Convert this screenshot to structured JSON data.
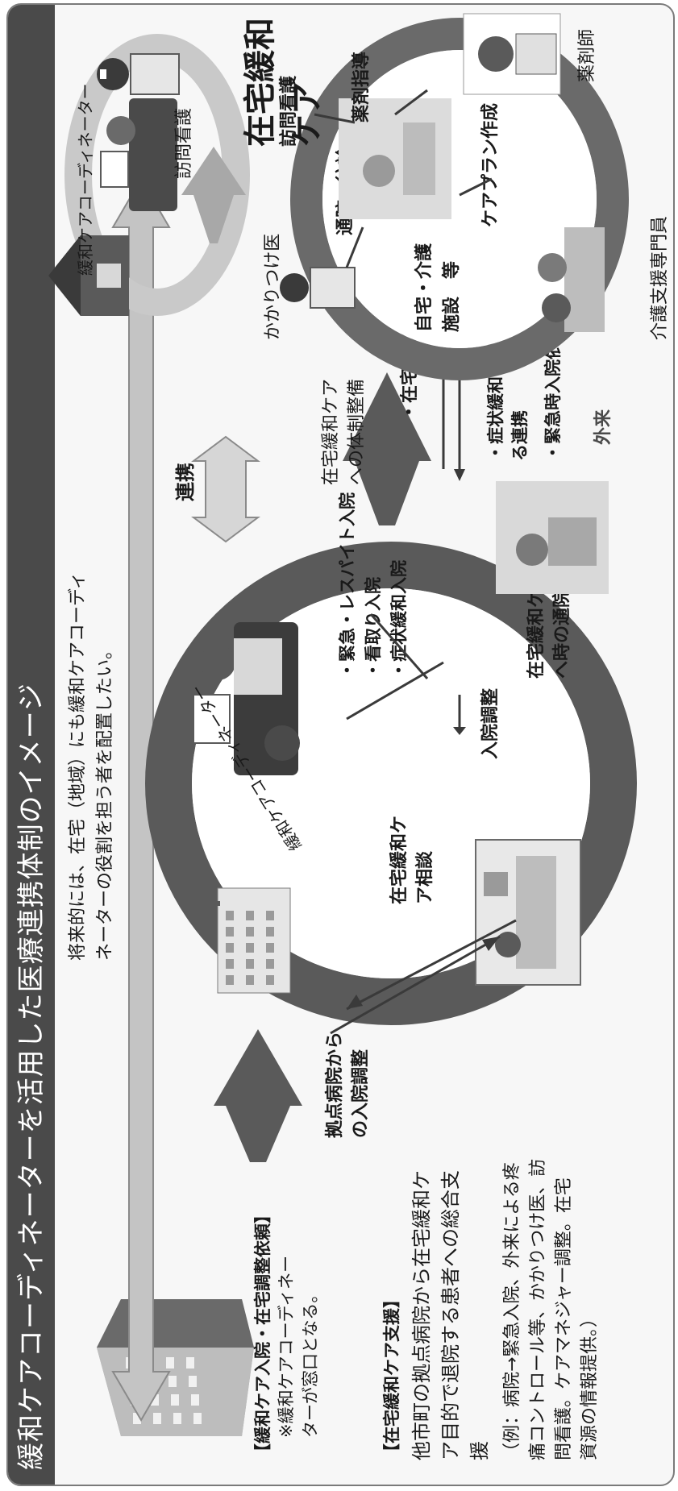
{
  "title": "緩和ケアコーディネーターを活用した医療連携体制のイメージ",
  "left_note": {
    "head": "【緩和ケア入院・在宅調整依頼】",
    "body": "※緩和ケアコーディネー\nターが窓口となる。"
  },
  "support_box": {
    "head": "【在宅緩和ケア支援】",
    "body": "他市町の拠点病院から在宅緩和ケ\nア目的で退院する患者への総合支\n援",
    "example": "（例：病院→緊急入院、外来による疼\n痛コントロール等、かかりつけ医、訪\n問看護。ケアマネジャー調整。在宅\n資源の情報提供。）"
  },
  "future_note": "将来的には、在宅（地域）にも緩和ケアコーディ\nネーターの役割を担う者を配置したい。",
  "left_circle": {
    "coordinator": "緩和ケアコーディネーター",
    "admission": "拠点病院から\nの入院調整",
    "consult": "在宅緩和ケ\nア相談",
    "admission_adjust": "入院調整",
    "items": "・緊急・レスパイト入院\n・看取り入院\n・症状緩和入院",
    "visit": "在宅緩和ケア\nへ時の通院"
  },
  "link_label": "連携",
  "system_label": "在宅緩和ケア\nへの体制整備",
  "request_block": {
    "request": "・在宅緩和ケア依頼",
    "symptom": "・症状緩和に関す\nる連携",
    "emergency": "・緊急時入院依頼",
    "outpatient": "外来"
  },
  "top_circle": {
    "label": "緩和ケアコーディネーター"
  },
  "home_care": {
    "title": "在宅緩和ケア",
    "family_doctor": "かかりつけ医",
    "visit_nursing": "訪問看護",
    "visit_nursing2": "訪問看護",
    "pharmacist": "薬剤師",
    "drug_guidance": "薬剤指導",
    "consult": "通院・往診",
    "home_facility": "自宅・介護\n施設　等",
    "care_plan": "ケアプラン作成",
    "care_manager": "介護支援専門員"
  },
  "icons": [
    "hospital-building-icon",
    "house-icon",
    "desk-coordinator-icon",
    "patient-bed-icon",
    "doctor-icon",
    "nurse-icon",
    "pharmacist-icon",
    "care-manager-icon"
  ]
}
